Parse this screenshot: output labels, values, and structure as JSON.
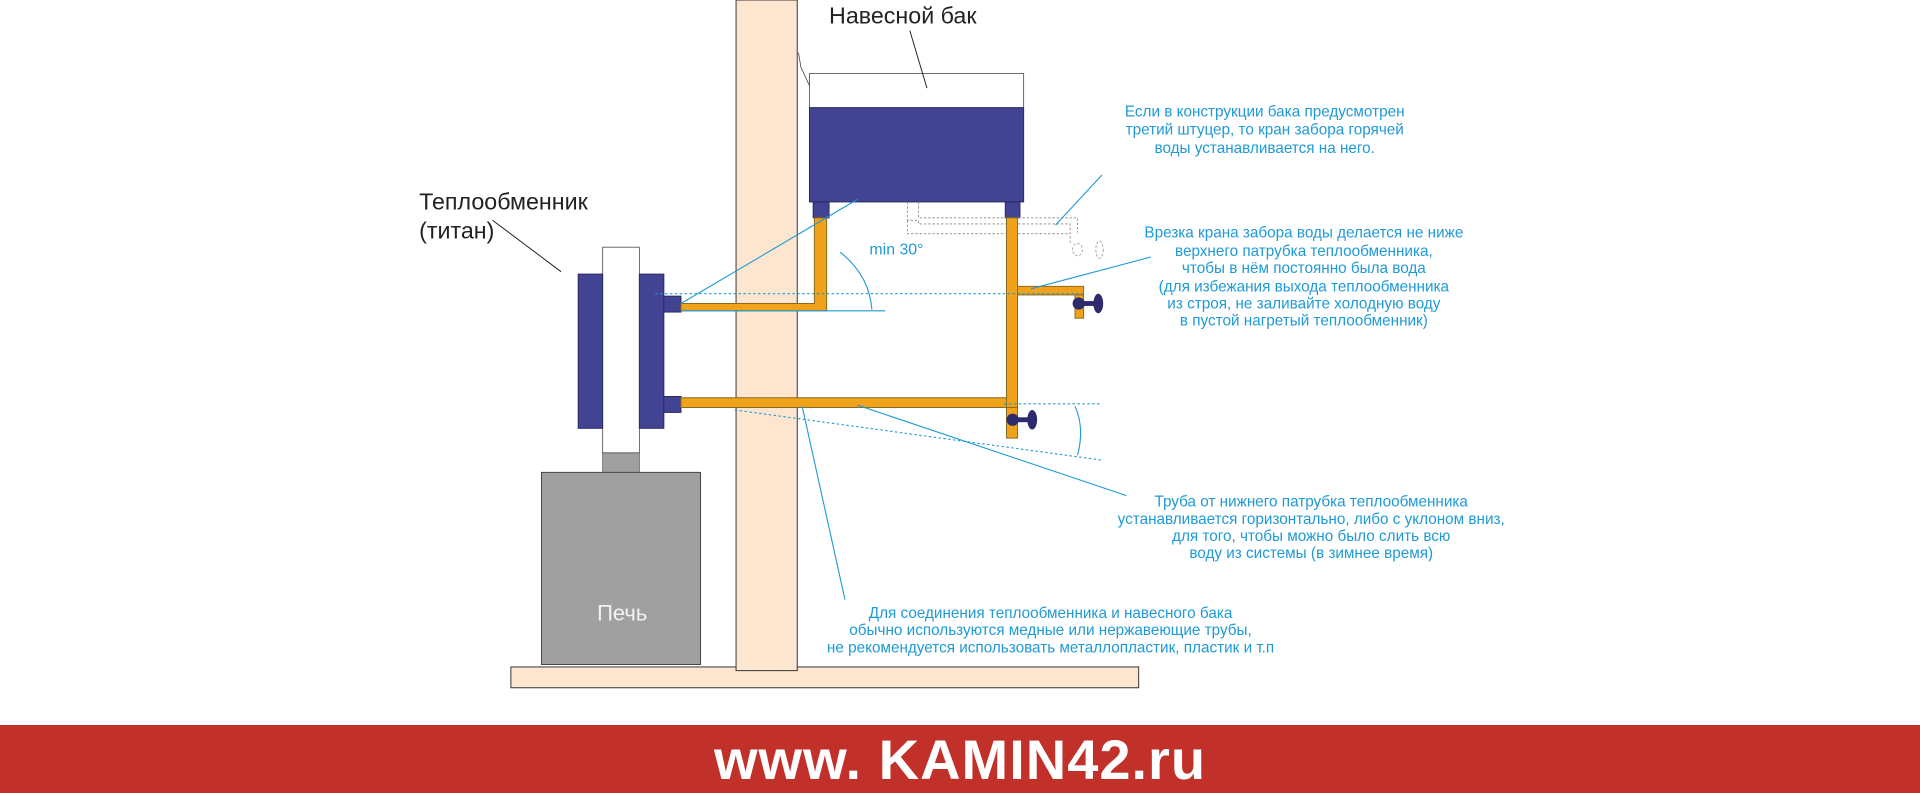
{
  "labels": {
    "tank": "Навесной бак",
    "heat_exchanger_line1": "Теплообменник",
    "heat_exchanger_line2": "(титан)",
    "furnace": "Печь",
    "angle": "min 30°"
  },
  "notes": {
    "third_fitting": [
      "Если в конструкции бака предусмотрен",
      "третий штуцер, то кран забора горячей",
      "воды устанавливается на него."
    ],
    "tap_position": [
      "Врезка крана забора воды делается не ниже",
      "верхнего патрубка теплообменника,",
      "чтобы в нём постоянно была вода",
      "(для избежания выхода теплообменника",
      "из строя, не заливайте холодную воду",
      "в пустой нагретый теплообменник)"
    ],
    "lower_pipe": [
      "Труба от нижнего патрубка теплообменника",
      "устанавливается горизонтально, либо с уклоном вниз,",
      "для того, чтобы можно было слить всю",
      "воду из системы (в зимнее время)"
    ],
    "materials": [
      "Для соединения теплообменника и навесного бака",
      "обычно используются медные или нержавеющие трубы,",
      "не рекомендуется использовать металлопластик, пластик и т.п"
    ]
  },
  "banner": {
    "text": "www. KAMIN42.ru"
  },
  "colors": {
    "water": "#434394",
    "pipe": "#f0a21a",
    "wall": "#fce6cf",
    "furnace": "#a0a0a0",
    "banner": "#c2302a",
    "note": "#1e9ad6"
  }
}
